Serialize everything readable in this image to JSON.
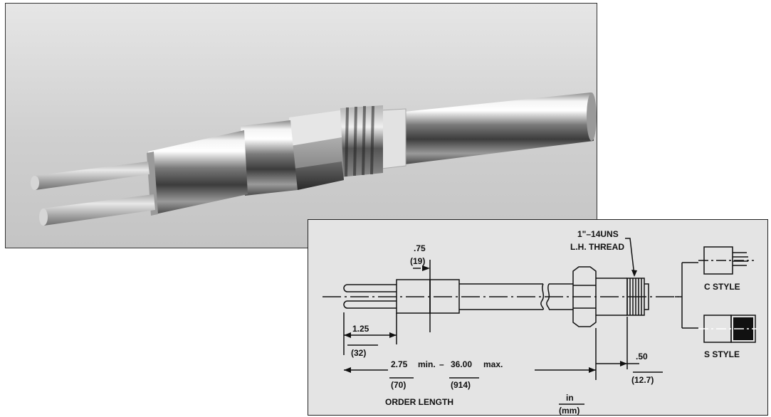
{
  "drawing": {
    "top_dim": {
      "in": ".75",
      "mm": "(19)"
    },
    "thread": {
      "line1": "1\"–14UNS",
      "line2": "L.H. THREAD"
    },
    "pin_dim": {
      "in": "1.25",
      "mm": "(32)"
    },
    "length_dim": {
      "min_in": "2.75",
      "min_word": "min.",
      "dash": "–",
      "max_in": "36.00",
      "max_word": "max.",
      "min_mm": "(70)",
      "max_mm": "(914)"
    },
    "end_dim": {
      "in": ".50",
      "mm": "(12.7)"
    },
    "order_length": "ORDER LENGTH",
    "units": {
      "top": "in",
      "bottom": "(mm)"
    },
    "styles": {
      "c": "C STYLE",
      "s": "S STYLE"
    }
  }
}
